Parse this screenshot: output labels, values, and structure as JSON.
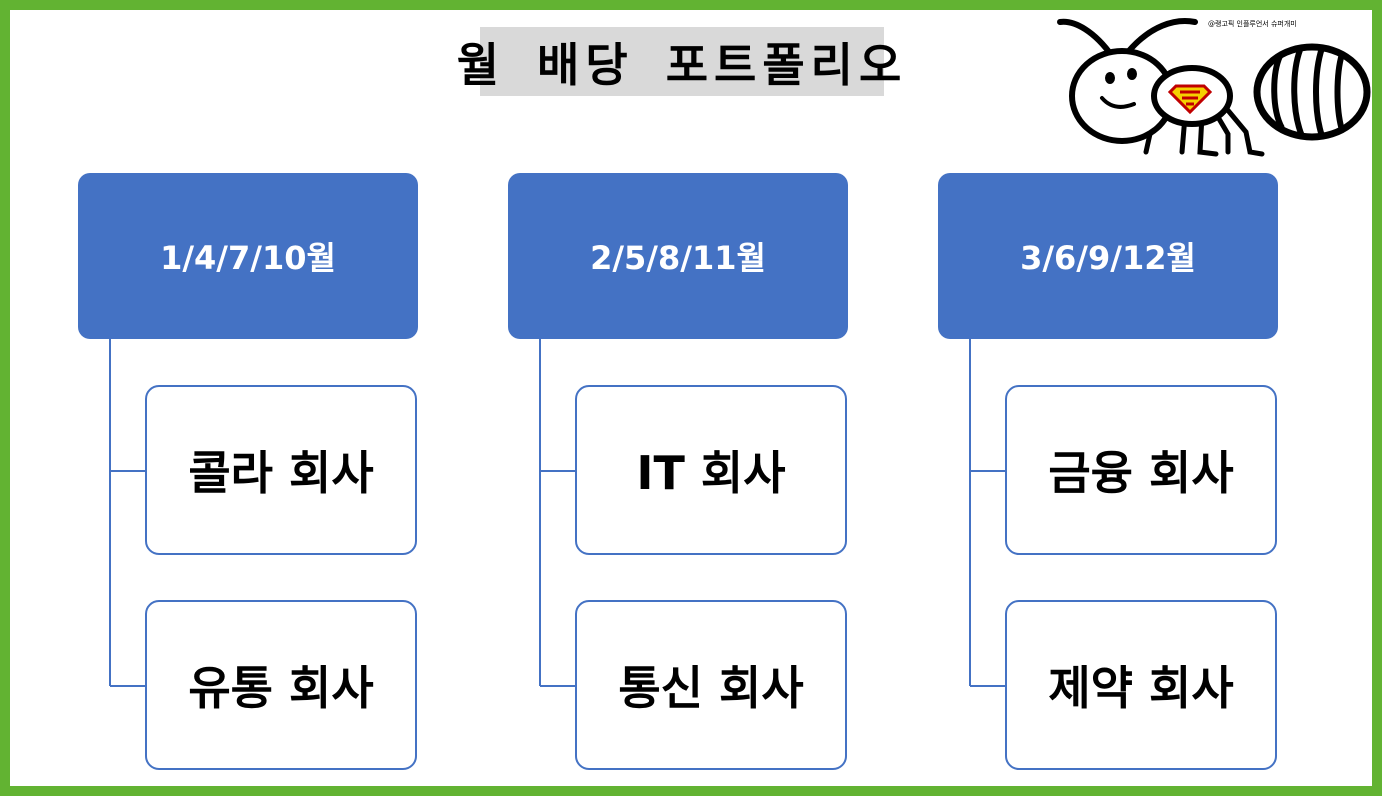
{
  "title": "월 배당 포트폴리오",
  "credit": "@랭고픽 인플루언서 슈퍼개미",
  "groups": [
    {
      "header": "1/4/7/10월",
      "items": [
        "콜라 회사",
        "유통 회사"
      ]
    },
    {
      "header": "2/5/8/11월",
      "items": [
        "IT 회사",
        "통신 회사"
      ]
    },
    {
      "header": "3/6/9/12월",
      "items": [
        "금융 회사",
        "제약 회사"
      ]
    }
  ],
  "colors": {
    "frame": "#62b332",
    "header_fill": "#4472c4",
    "child_border": "#4472c4",
    "title_bg": "#d9d9d9"
  },
  "icons": [
    "ant-mascot-icon",
    "superman-logo-icon"
  ]
}
